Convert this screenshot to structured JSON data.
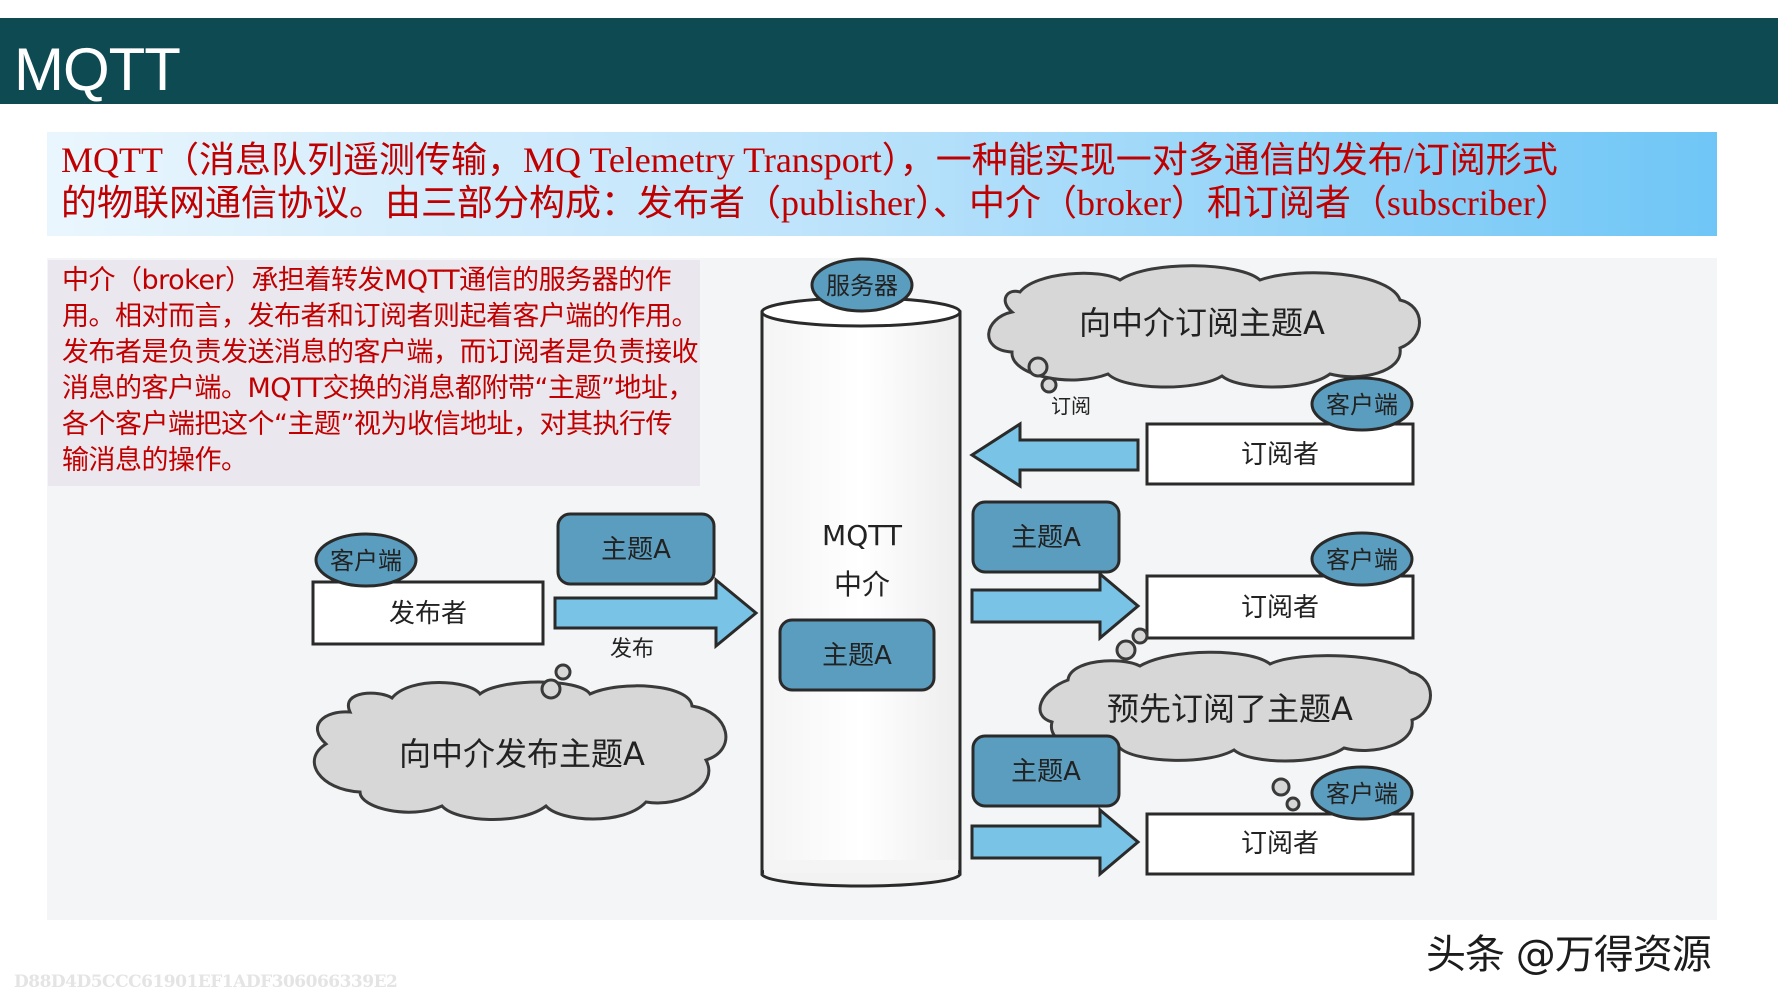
{
  "header": {
    "title": "MQTT",
    "color": "#0e4a52"
  },
  "intro": {
    "line1": "MQTT（消息队列遥测传输，MQ Telemetry Transport），一种能实现一对多通信的发布/订阅形式",
    "line2": "的物联网通信协议。由三部分构成：发布者（publisher）、中介（broker）和订阅者（subscriber）",
    "color": "#c00000"
  },
  "description": {
    "text": "中介（broker）承担着转发MQTT通信的服务器的作用。相对而言，发布者和订阅者则起着客户端的作用。发布者是负责发送消息的客户端，而订阅者是负责接收消息的客户端。MQTT交换的消息都附带“主题”地址，各个客户端把这个“主题”视为收信地址，对其执行传输消息的操作。"
  },
  "diagram": {
    "server_tag": "服务器",
    "broker_label_1": "MQTT",
    "broker_label_2": "中介",
    "broker_topic": "主题A",
    "client_tag": "客户端",
    "publisher_label": "发布者",
    "publish_topic": "主题A",
    "publish_action": "发布",
    "publisher_thought": "向中介发布主题A",
    "subscribe_thought": "向中介订阅主题A",
    "subscribe_action": "订阅",
    "subscriber_label": "订阅者",
    "delivery_topic": "主题A",
    "pre_subscribed_thought": "预先订阅了主题A",
    "colors": {
      "tag_fill": "#5b9dbe",
      "arrow_fill": "#78c3e6",
      "outline": "#2a2a2a"
    }
  },
  "footer": {
    "watermark": "头条 @万得资源",
    "code": "D88D4D5CCC61901EF1ADF306066339E2"
  }
}
